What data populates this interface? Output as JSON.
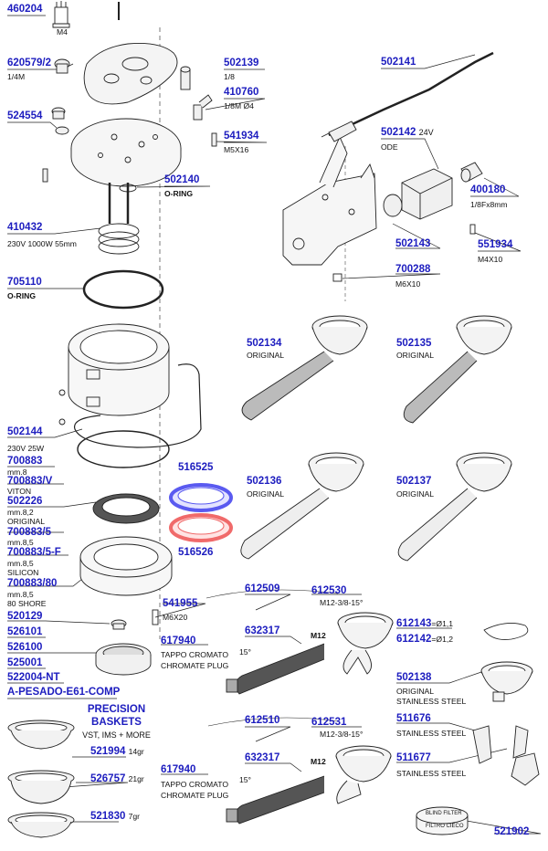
{
  "colors": {
    "code": "#1d1dbf",
    "text": "#111111",
    "line": "#222222",
    "gasket_blue": "#5a5af0",
    "gasket_red": "#f06a6a"
  },
  "parts": {
    "p460204": {
      "code": "460204",
      "sub": "M4"
    },
    "p620579": {
      "code": "620579/2",
      "sub": "1/4M"
    },
    "p524554": {
      "code": "524554"
    },
    "p502139": {
      "code": "502139",
      "sub": "1/8"
    },
    "p410760": {
      "code": "410760",
      "sub": "1/8M Ø4"
    },
    "p541934": {
      "code": "541934",
      "sub": "M5X16"
    },
    "p502140": {
      "code": "502140",
      "sub": "O-RING"
    },
    "p410432": {
      "code": "410432",
      "sub": "230V 1000W 55mm"
    },
    "p705110": {
      "code": "705110",
      "sub": "O-RING"
    },
    "p502141": {
      "code": "502141"
    },
    "p502142": {
      "code": "502142",
      "sub_inline": "24V",
      "sub": "ODE"
    },
    "p400180": {
      "code": "400180",
      "sub": "1/8Fx8mm"
    },
    "p502143": {
      "code": "502143"
    },
    "p551934": {
      "code": "551934",
      "sub": "M4X10"
    },
    "p700288": {
      "code": "700288",
      "sub": "M6X10"
    },
    "p502134": {
      "code": "502134",
      "sub": "ORIGINAL"
    },
    "p502135": {
      "code": "502135",
      "sub": "ORIGINAL"
    },
    "p502144": {
      "code": "502144",
      "sub": "230V 25W"
    },
    "p700883": {
      "code": "700883",
      "sub": "mm.8"
    },
    "p700883v": {
      "code": "700883/V",
      "sub": "VITON"
    },
    "p502226": {
      "code": "502226",
      "sub1": "mm.8,2",
      "sub2": "ORIGINAL"
    },
    "p700883_5": {
      "code": "700883/5",
      "sub": "mm.8,5"
    },
    "p700883_5f": {
      "code": "700883/5-F",
      "sub1": "mm.8,5",
      "sub2": "SILICON"
    },
    "p700883_80": {
      "code": "700883/80",
      "sub1": "mm.8,5",
      "sub2": "80 SHORE"
    },
    "p516525": {
      "code": "516525"
    },
    "p516526": {
      "code": "516526"
    },
    "p502136": {
      "code": "502136",
      "sub": "ORIGINAL"
    },
    "p502137": {
      "code": "502137",
      "sub": "ORIGINAL"
    },
    "p541955": {
      "code": "541955",
      "sub": "M6X20"
    },
    "p520129": {
      "code": "520129"
    },
    "p526101": {
      "code": "526101"
    },
    "p526100": {
      "code": "526100"
    },
    "p525001": {
      "code": "525001"
    },
    "p522004": {
      "code": "522004-NT"
    },
    "pesado": {
      "code": "A-PESADO-E61-COMP"
    },
    "p612509": {
      "code": "612509"
    },
    "p612530": {
      "code": "612530",
      "sub": "M12-3/8-15°"
    },
    "p632317a": {
      "code": "632317"
    },
    "m12a": {
      "text": "M12"
    },
    "deg15a": {
      "text": "15°"
    },
    "p617940a": {
      "code": "617940",
      "sub1": "TAPPO CROMATO",
      "sub2": "CHROMATE PLUG"
    },
    "p612143": {
      "code": "612143",
      "sub": "=Ø1,1"
    },
    "p612142": {
      "code": "612142",
      "sub": "=Ø1,2"
    },
    "p502138": {
      "code": "502138",
      "sub1": "ORIGINAL",
      "sub2": "STAINLESS STEEL"
    },
    "p511676": {
      "code": "511676",
      "sub": "STAINLESS STEEL"
    },
    "p511677": {
      "code": "511677",
      "sub": "STAINLESS STEEL"
    },
    "p612510": {
      "code": "612510"
    },
    "p612531": {
      "code": "612531",
      "sub": "M12-3/8-15°"
    },
    "p632317b": {
      "code": "632317"
    },
    "m12b": {
      "text": "M12"
    },
    "deg15b": {
      "text": "15°"
    },
    "p617940b": {
      "code": "617940",
      "sub1": "TAPPO CROMATO",
      "sub2": "CHROMATE PLUG"
    },
    "baskets": {
      "title1": "PRECISION",
      "title2": "BASKETS",
      "sub": "VST, IMS + MORE"
    },
    "p521994": {
      "code": "521994",
      "sub": "14gr"
    },
    "p526757": {
      "code": "526757",
      "sub": "21gr"
    },
    "p521830": {
      "code": "521830",
      "sub": "7gr"
    },
    "p521902": {
      "code": "521902"
    },
    "blind": {
      "line1": "BLIND FILTER",
      "line2": "FILTRO CIECO"
    }
  }
}
